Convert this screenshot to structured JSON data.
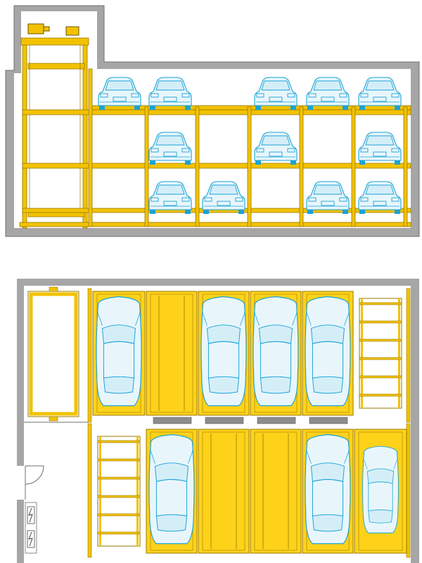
{
  "colors": {
    "wall": "#a6a6a6",
    "wall_stroke": "#6f6f6f",
    "steel": "#f2c200",
    "steel_stroke": "#9a7a00",
    "platform": "#ffd21a",
    "car_line": "#1aa3d6",
    "car_fill": "#e8f6fc",
    "grate": "#8c8c8c"
  },
  "section_view": {
    "lift_motors": [
      "motor-left",
      "motor-right"
    ],
    "levels": [
      [
        "car-rear",
        "car-front",
        "empty",
        "car-rear",
        "car-front",
        "coupe-rear"
      ],
      [
        "empty",
        "car-rear",
        "empty",
        "car-front",
        "empty",
        "car-front"
      ],
      [
        "empty",
        "car-rear",
        "car-front",
        "empty",
        "car-front",
        "car-rear"
      ]
    ]
  },
  "plan_view": {
    "top_row": [
      "sedan",
      "empty",
      "sedan",
      "sedan",
      "coupe",
      "ladder"
    ],
    "bottom_row": [
      "ladder",
      "sedan",
      "empty",
      "empty",
      "coupe",
      "coupe-small"
    ],
    "electrical_symbols": [
      "electrical-hazard-icon",
      "electrical-hazard-icon"
    ]
  }
}
